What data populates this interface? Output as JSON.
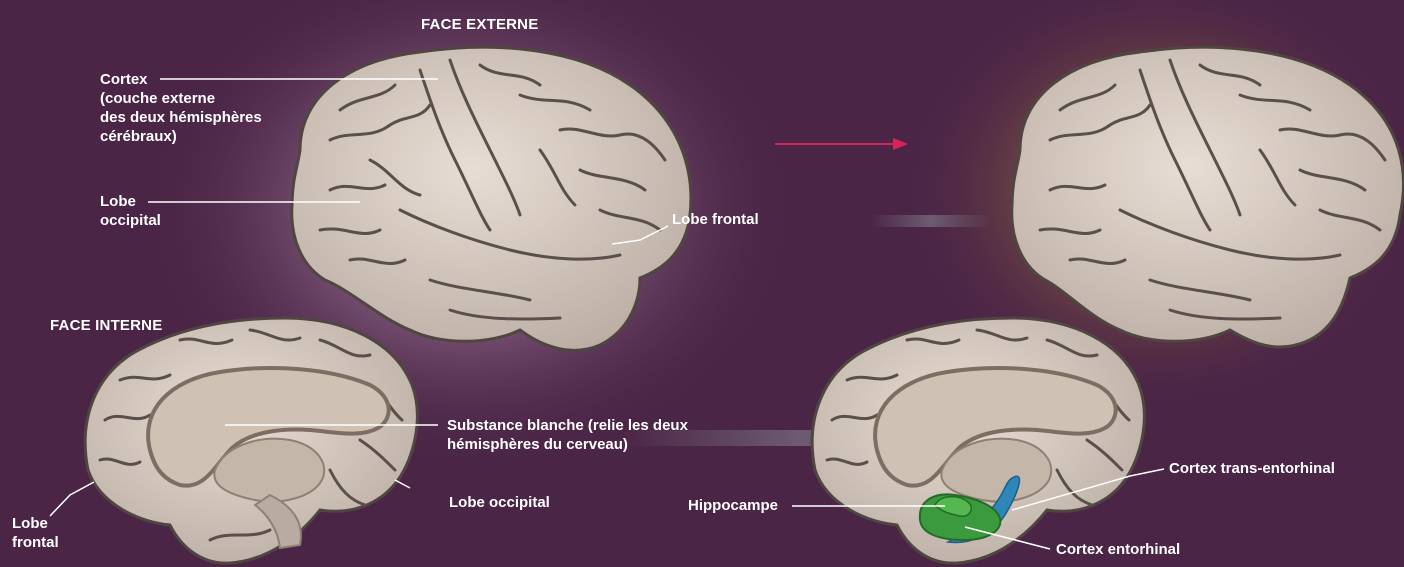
{
  "headings": {
    "face_externe": "FACE EXTERNE",
    "face_interne": "FACE INTERNE"
  },
  "labels": {
    "cortex": "Cortex\n(couche externe\ndes deux hémisphères\ncérébraux)",
    "lobe_occipital_top": "Lobe\noccipital",
    "lobe_frontal_top": "Lobe frontal",
    "substance_blanche": "Substance blanche (relie les deux\nhémisphères du cerveau)",
    "lobe_occipital_bottom": "Lobe occipital",
    "lobe_frontal_bottom": "Lobe\nfrontal",
    "hippocampe": "Hippocampe",
    "cortex_trans_entorhinal": "Cortex trans-entorhinal",
    "cortex_entorhinal": "Cortex entorhinal"
  },
  "colors": {
    "background": "#4b2546",
    "brain": "#d9cec5",
    "sulci": "#4f4541",
    "white_matter": "#cfc2b4",
    "hippocampus": "#3c9a3e",
    "trans_entorhinal": "#2f86b8",
    "arrow": "#d8245a",
    "glow_left": "#ffffff",
    "glow_right": "#d9b35a"
  }
}
